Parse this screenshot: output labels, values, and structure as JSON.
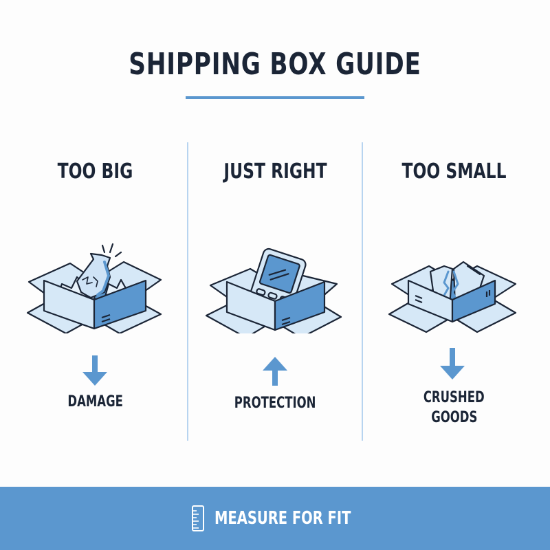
{
  "header": {
    "title": "SHIPPING BOX GUIDE"
  },
  "colors": {
    "accent": "#5b97cf",
    "text_dark": "#1b2536",
    "box_light": "#d6e8f7",
    "box_mid": "#a9cdee",
    "box_dark": "#5b97cf",
    "divider": "#b7d4f0"
  },
  "columns": [
    {
      "heading": "TOO BIG",
      "illustration": "open-box-with-broken-vase-icon",
      "arrow": "down",
      "outcome_lines": [
        "DAMAGE"
      ]
    },
    {
      "heading": "JUST RIGHT",
      "illustration": "open-box-with-device-icon",
      "arrow": "up",
      "outcome_lines": [
        "PROTECTION"
      ]
    },
    {
      "heading": "TOO SMALL",
      "illustration": "open-box-with-crushed-item-icon",
      "arrow": "down",
      "outcome_lines": [
        "CRUSHED",
        "GOODS"
      ]
    }
  ],
  "footer": {
    "icon": "ruler-icon",
    "label": "MEASURE FOR FIT"
  }
}
